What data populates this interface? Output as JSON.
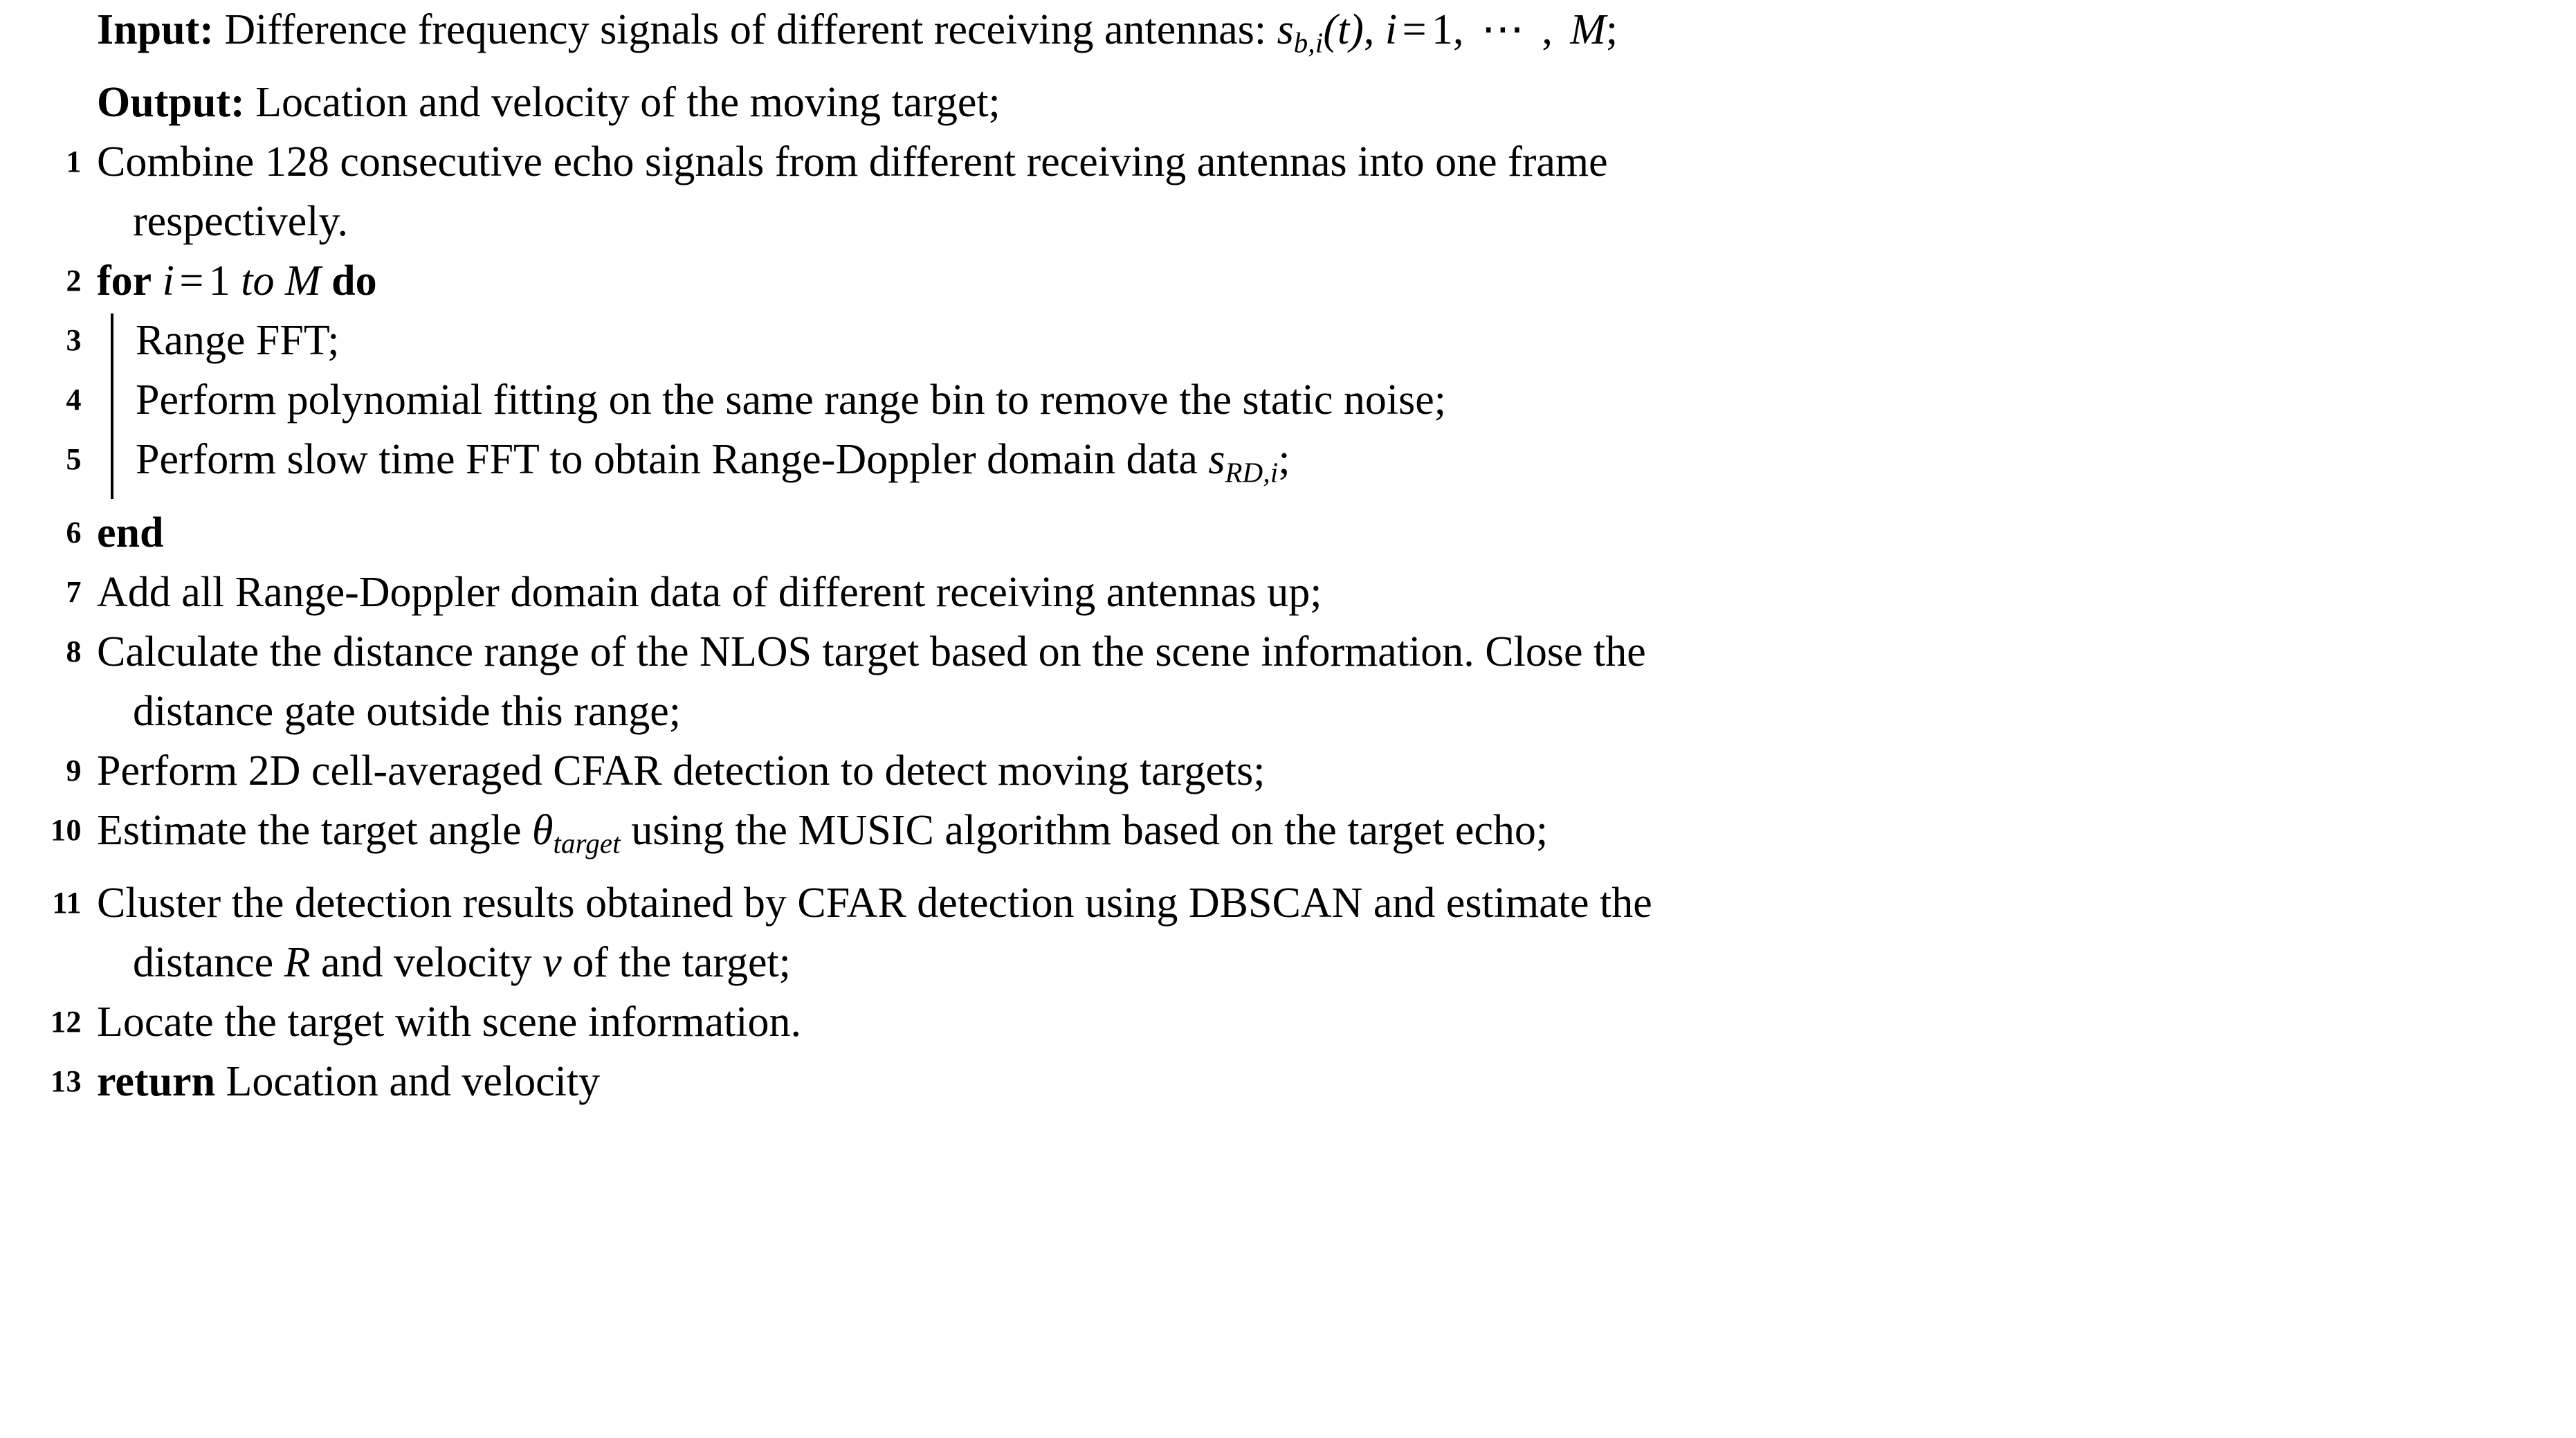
{
  "algorithm": {
    "header": [
      {
        "id": "input",
        "keyword": "Input:",
        "text_before": " Difference frequency signals of different receiving antennas: ",
        "math": {
          "symbol": "s",
          "subscript": "b,i",
          "arg": "(t)",
          "separator": ", ",
          "index": "i",
          "equals": "=",
          "start": "1",
          "ellipsis": ", ⋯ , ",
          "end": "M",
          "terminator": ";"
        },
        "plain_full": "Input: Difference frequency signals of different receiving antennas: s_{b,i}(t), i = 1, ⋯ , M;"
      },
      {
        "id": "output",
        "keyword": "Output:",
        "text_before": " Location and velocity of the moving target;",
        "plain_full": "Output: Location and velocity of the moving target;"
      }
    ],
    "lines": [
      {
        "number": "1",
        "indent": 0,
        "type": "plain",
        "text": "Combine 128 consecutive echo signals from different receiving antennas into one frame",
        "continuation": "respectively.",
        "plain_full": "Combine 128 consecutive echo signals from different receiving antennas into one frame respectively."
      },
      {
        "number": "2",
        "indent": 0,
        "type": "for",
        "kw_for": "for",
        "var": "i",
        "equals": "=",
        "start": "1",
        "kw_to": "to",
        "end": "M",
        "kw_do": "do",
        "plain_full": "for i = 1 to M do"
      },
      {
        "number": "3",
        "indent": 1,
        "type": "plain",
        "text": "Range FFT;",
        "plain_full": "Range FFT;"
      },
      {
        "number": "4",
        "indent": 1,
        "type": "plain",
        "text": "Perform polynomial fitting on the same range bin to remove the static noise;",
        "plain_full": "Perform polynomial fitting on the same range bin to remove the static noise;"
      },
      {
        "number": "5",
        "indent": 1,
        "type": "math-tail",
        "text": "Perform slow time FFT to obtain Range-Doppler domain data ",
        "math_symbol": "s",
        "math_sub": "RD,i",
        "math_tail": ";",
        "plain_full": "Perform slow time FFT to obtain Range-Doppler domain data s_{RD,i};"
      },
      {
        "number": "6",
        "indent": 0,
        "type": "end",
        "kw_end": "end",
        "plain_full": "end"
      },
      {
        "number": "7",
        "indent": 0,
        "type": "plain",
        "text": "Add all Range-Doppler domain data of different receiving antennas up;",
        "plain_full": "Add all Range-Doppler domain data of different receiving antennas up;"
      },
      {
        "number": "8",
        "indent": 0,
        "type": "plain",
        "text": "Calculate the distance range of the NLOS target based on the scene information. Close the",
        "continuation": "distance gate outside this range;",
        "plain_full": "Calculate the distance range of the NLOS target based on the scene information. Close the distance gate outside this range;"
      },
      {
        "number": "9",
        "indent": 0,
        "type": "plain",
        "text": "Perform 2D cell-averaged CFAR detection to detect moving targets;",
        "plain_full": "Perform 2D cell-averaged CFAR detection to detect moving targets;"
      },
      {
        "number": "10",
        "indent": 0,
        "type": "theta",
        "text_before": "Estimate the target angle ",
        "theta_symbol": "θ",
        "theta_sub": "target",
        "text_after": " using the MUSIC algorithm based on the target echo;",
        "plain_full": "Estimate the target angle θ_{target} using the MUSIC algorithm based on the target echo;"
      },
      {
        "number": "11",
        "indent": 0,
        "type": "cluster",
        "text": "Cluster the detection results obtained by CFAR detection using DBSCAN and estimate the",
        "cont_before": "distance ",
        "cont_var1": "R",
        "cont_mid": " and velocity ",
        "cont_var2": "v",
        "cont_after": " of the target;",
        "plain_full": "Cluster the detection results obtained by CFAR detection using DBSCAN and estimate the distance R and velocity v of the target;"
      },
      {
        "number": "12",
        "indent": 0,
        "type": "plain",
        "text": "Locate the target with scene information.",
        "plain_full": "Locate the target with scene information."
      },
      {
        "number": "13",
        "indent": 0,
        "type": "return",
        "kw_return": "return",
        "text": " Location and velocity",
        "plain_full": "return Location and velocity"
      }
    ]
  },
  "colors": {
    "text": "#000000",
    "background": "#ffffff",
    "rule": "#000000"
  }
}
